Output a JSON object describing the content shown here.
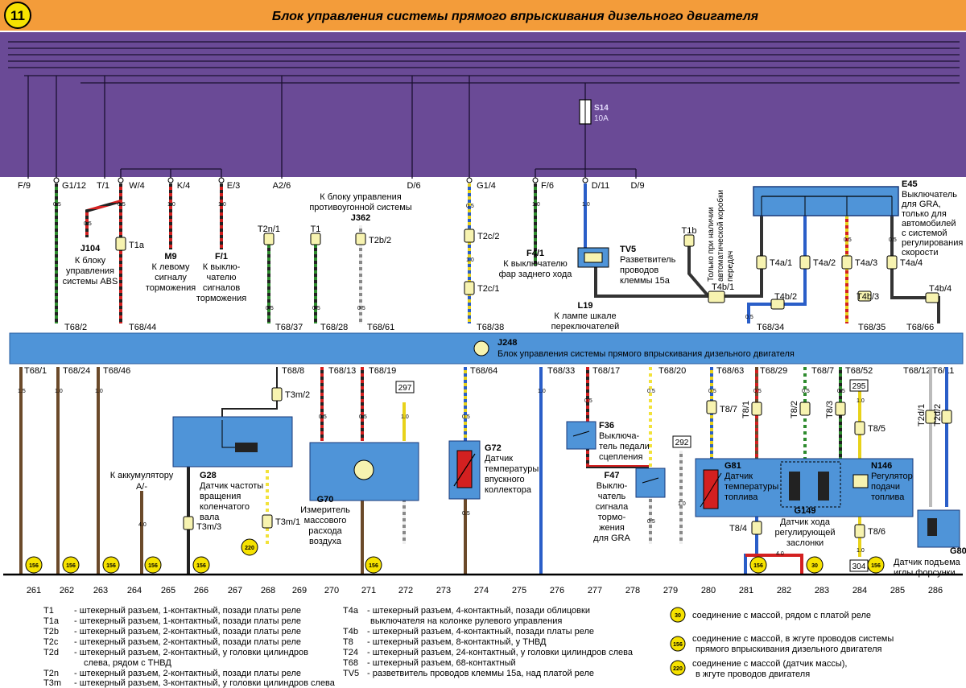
{
  "page": {
    "number": "11",
    "title": "Блок управления системы прямого впрыскивания дизельного двигателя"
  },
  "colors": {
    "orange": "#f39c3a",
    "purple": "#6a4a96",
    "blue_box": "#4f94d8",
    "white": "#ffffff"
  },
  "top_terminals": [
    "F/9",
    "G1/12",
    "T/1",
    "W/4",
    "K/4",
    "E/3",
    "A2/6",
    "D/6",
    "G1/4",
    "F/6",
    "D/11",
    "D/9"
  ],
  "fuse": {
    "id": "S14",
    "rating": "10A"
  },
  "components_top": {
    "j104": {
      "code": "J104",
      "desc": [
        "К блоку",
        "управления",
        "системы ABS"
      ]
    },
    "t1a": "T1a",
    "m9": {
      "code": "M9",
      "desc": [
        "К левому",
        "сигналу",
        "торможения"
      ]
    },
    "f": {
      "code": "F/1",
      "desc": [
        "К выклю-",
        "чателю",
        "сигналов",
        "торможения"
      ]
    },
    "t2n1": "T2n/1",
    "t1": "T1",
    "j362": {
      "code": "J362",
      "desc": [
        "К блоку управления",
        "противоугонной системы"
      ]
    },
    "t2b2": "T2b/2",
    "t2c2": "T2c/2",
    "t2c1": "T2c/1",
    "f4": {
      "code": "F4/1",
      "desc": [
        "К выключателю",
        "фар заднего хода"
      ]
    },
    "tv5": {
      "code": "TV5",
      "desc": [
        "Разветвитель",
        "проводов",
        "клеммы 15а"
      ]
    },
    "l19": {
      "code": "L19",
      "desc": [
        "К лампе шкале",
        "переключателей"
      ]
    },
    "t1b": "T1b",
    "gearbox_note": [
      "Только при наличии",
      "автоматической коробки",
      "передач"
    ],
    "t4b1": "T4b/1",
    "t4a1": "T4a/1",
    "t4a2": "T4a/2",
    "t4a3": "T4a/3",
    "t4a4": "T4a/4",
    "t4b2": "T4b/2",
    "t4b3": "T4b/3",
    "t4b4": "T4b/4",
    "e45": {
      "code": "E45",
      "desc": [
        "Выключатель",
        "для GRA,",
        "только для",
        "автомобилей",
        "с системой",
        "регулирования",
        "скорости"
      ]
    }
  },
  "ecu": {
    "code": "J248",
    "name": "Блок управления системы прямого впрыскивания дизельного двигателя"
  },
  "ecu_top_pins": [
    "T68/2",
    "T68/44",
    "T68/37",
    "T68/28",
    "T68/61",
    "T68/38",
    "T68/34",
    "T68/35",
    "T68/66"
  ],
  "ecu_bottom_pins": [
    "T68/1",
    "T68/24",
    "T68/46",
    "T68/8",
    "T68/13",
    "T68/19",
    "T68/64",
    "T68/33",
    "T68/17",
    "T68/20",
    "T68/63",
    "T68/29",
    "T68/7",
    "T68/52",
    "T68/12",
    "T6/11"
  ],
  "components_bottom": {
    "battery": [
      "К аккумулятору",
      "A/-"
    ],
    "g28": {
      "code": "G28",
      "desc": [
        "Датчик частоты",
        "вращения",
        "коленчатого",
        "вала"
      ],
      "conn": "T3m/3"
    },
    "t3m2": "T3m/2",
    "t3m1": "T3m/1",
    "g70": {
      "code": "G70",
      "desc": [
        "Измеритель",
        "массового",
        "расхода",
        "воздуха"
      ]
    },
    "g72": {
      "code": "G72",
      "desc": [
        "Датчик",
        "температуры",
        "впускного",
        "коллектора"
      ]
    },
    "f36": {
      "code": "F36",
      "desc": [
        "Выключа-",
        "тель педали",
        "сцепления"
      ]
    },
    "f47": {
      "code": "F47",
      "desc": [
        "Выклю-",
        "чатель",
        "сигнала",
        "тормо-",
        "жения",
        "для GRA"
      ]
    },
    "g81": {
      "code": "G81",
      "desc": [
        "Датчик",
        "температуры",
        "топлива"
      ]
    },
    "g149": {
      "code": "G149",
      "desc": [
        "Датчик хода",
        "регулирующей",
        "заслонки"
      ]
    },
    "n146": {
      "code": "N146",
      "desc": [
        "Регулятор",
        "подачи",
        "топлива"
      ]
    },
    "g80": {
      "code": "G80",
      "desc": [
        "Датчик подъема",
        "иглы форсунки"
      ]
    },
    "t8_7": "T8/7",
    "t8_1": "T8/1",
    "t8_2": "T8/2",
    "t8_3": "T8/3",
    "t8_5": "T8/5",
    "t8_4": "T8/4",
    "t8_6": "T8/6",
    "t2d1": "T2d/1",
    "t2d2": "T2d/2",
    "refs": [
      "297",
      "292",
      "295",
      "304"
    ]
  },
  "grounds": [
    "156",
    "156",
    "156",
    "156",
    "156",
    "220",
    "156",
    "156",
    "30",
    "156"
  ],
  "ground_wire_label": "4.0",
  "scale": [
    "261",
    "262",
    "263",
    "264",
    "265",
    "266",
    "267",
    "268",
    "269",
    "270",
    "271",
    "272",
    "273",
    "274",
    "275",
    "276",
    "277",
    "278",
    "279",
    "280",
    "281",
    "282",
    "283",
    "284",
    "285",
    "286"
  ],
  "wire_sizes": [
    "0.5",
    "1.0",
    "1.5",
    "4.0"
  ],
  "legend_left": [
    {
      "code": "T1",
      "text": "- штекерный разъем, 1-контактный, позади платы реле"
    },
    {
      "code": "T1a",
      "text": "- штекерный разъем, 1-контактный, позади платы реле"
    },
    {
      "code": "T2b",
      "text": "- штекерный разъем, 2-контактный, позади платы реле"
    },
    {
      "code": "T2c",
      "text": "- штекерный разъем, 2-контактный, позади платы реле"
    },
    {
      "code": "T2d",
      "text": "- штекерный разъем, 2-контактный, у головки цилиндров"
    },
    {
      "code": "",
      "text": "слева, рядом с ТНВД"
    },
    {
      "code": "T2n",
      "text": "- штекерный разъем, 2-контактный, позади платы реле"
    },
    {
      "code": "T3m",
      "text": "- штекерный разъем, 3-контактный, у головки цилиндров слева"
    }
  ],
  "legend_mid": [
    {
      "code": "T4a",
      "text": "- штекерный разъем, 4-контактный, позади облицовки"
    },
    {
      "code": "",
      "text": "выключателя на колонке рулевого  управления"
    },
    {
      "code": "T4b",
      "text": "- штекерный разъем, 4-контактный, позади платы реле"
    },
    {
      "code": "T8",
      "text": "- штекерный разъем, 8-контактный, у ТНВД"
    },
    {
      "code": "T24",
      "text": "- штекерный разъем, 24-контактный, у головки цилиндров слева"
    },
    {
      "code": "T68",
      "text": "- штекерный разъем, 68-контактный"
    },
    {
      "code": "TV5",
      "text": "- разветвитель проводов клеммы 15а, над платой реле"
    }
  ],
  "legend_right": [
    {
      "num": "30",
      "text": [
        "соединение с массой, рядом с платой реле"
      ]
    },
    {
      "num": "156",
      "text": [
        "соединение с массой, в жгуте проводов системы",
        "прямого впрыскивания дизельного двигателя"
      ]
    },
    {
      "num": "220",
      "text": [
        "соединение с массой (датчик массы),",
        "в жгуте проводов  двигателя"
      ]
    }
  ]
}
